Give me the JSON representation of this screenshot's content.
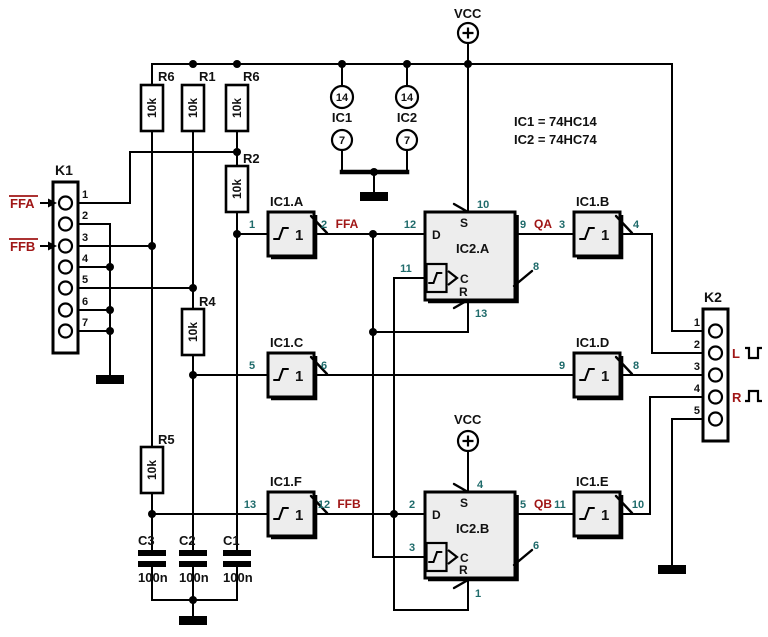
{
  "colors": {
    "net_label_red": "#a01616",
    "ic_pin_teal": "#1f6b6b",
    "wire_black": "#111111",
    "box_fill": "#ededed"
  },
  "note": {
    "line1": "IC1 = 74HC14",
    "line2": "IC2 = 74HC74"
  },
  "power": {
    "vcc_top": "VCC",
    "vcc_mid": "VCC",
    "ic1": {
      "label": "IC1",
      "vcc_pin": "14",
      "gnd_pin": "7"
    },
    "ic2": {
      "label": "IC2",
      "vcc_pin": "14",
      "gnd_pin": "7"
    }
  },
  "k1": {
    "label": "K1",
    "pins": [
      "1",
      "2",
      "3",
      "4",
      "5",
      "6",
      "7"
    ],
    "inputs": {
      "ffa": "FFA",
      "ffb": "FFB"
    }
  },
  "k2": {
    "label": "K2",
    "pins": [
      "1",
      "2",
      "3",
      "4",
      "5"
    ],
    "left": "L",
    "right": "R"
  },
  "resistors": {
    "r6_top": {
      "ref": "R6",
      "value": "10k"
    },
    "r1": {
      "ref": "R1",
      "value": "10k"
    },
    "r6_b": {
      "ref": "R6",
      "value": "10k"
    },
    "r2": {
      "ref": "R2",
      "value": "10k"
    },
    "r4": {
      "ref": "R4",
      "value": "10k"
    },
    "r5": {
      "ref": "R5",
      "value": "10k"
    }
  },
  "capacitors": {
    "c3": {
      "ref": "C3",
      "value": "100n"
    },
    "c2": {
      "ref": "C2",
      "value": "100n"
    },
    "c1": {
      "ref": "C1",
      "value": "100n"
    }
  },
  "gates": {
    "a": {
      "ref": "IC1.A",
      "body": "1",
      "pin_in": "1",
      "pin_out": "2"
    },
    "b": {
      "ref": "IC1.B",
      "body": "1",
      "pin_in": "3",
      "pin_out": "4"
    },
    "c": {
      "ref": "IC1.C",
      "body": "1",
      "pin_in": "5",
      "pin_out": "6"
    },
    "d": {
      "ref": "IC1.D",
      "body": "1",
      "pin_in": "9",
      "pin_out": "8"
    },
    "e": {
      "ref": "IC1.E",
      "body": "1",
      "pin_in": "11",
      "pin_out": "10"
    },
    "f": {
      "ref": "IC1.F",
      "body": "1",
      "pin_in": "13",
      "pin_out": "12"
    }
  },
  "flipflops": {
    "a": {
      "ref": "IC2.A",
      "d": "D",
      "c": "C",
      "s": "S",
      "r": "R",
      "pin_d": "12",
      "pin_c": "11",
      "pin_s": "10",
      "pin_r": "13",
      "pin_q": "9",
      "pin_nq": "8"
    },
    "b": {
      "ref": "IC2.B",
      "d": "D",
      "c": "C",
      "s": "S",
      "r": "R",
      "pin_d": "2",
      "pin_c": "3",
      "pin_s": "4",
      "pin_r": "1",
      "pin_q": "5",
      "pin_nq": "6"
    }
  },
  "nets": {
    "ffa": "FFA",
    "ffb": "FFB",
    "qa": "QA",
    "qb": "QB"
  }
}
